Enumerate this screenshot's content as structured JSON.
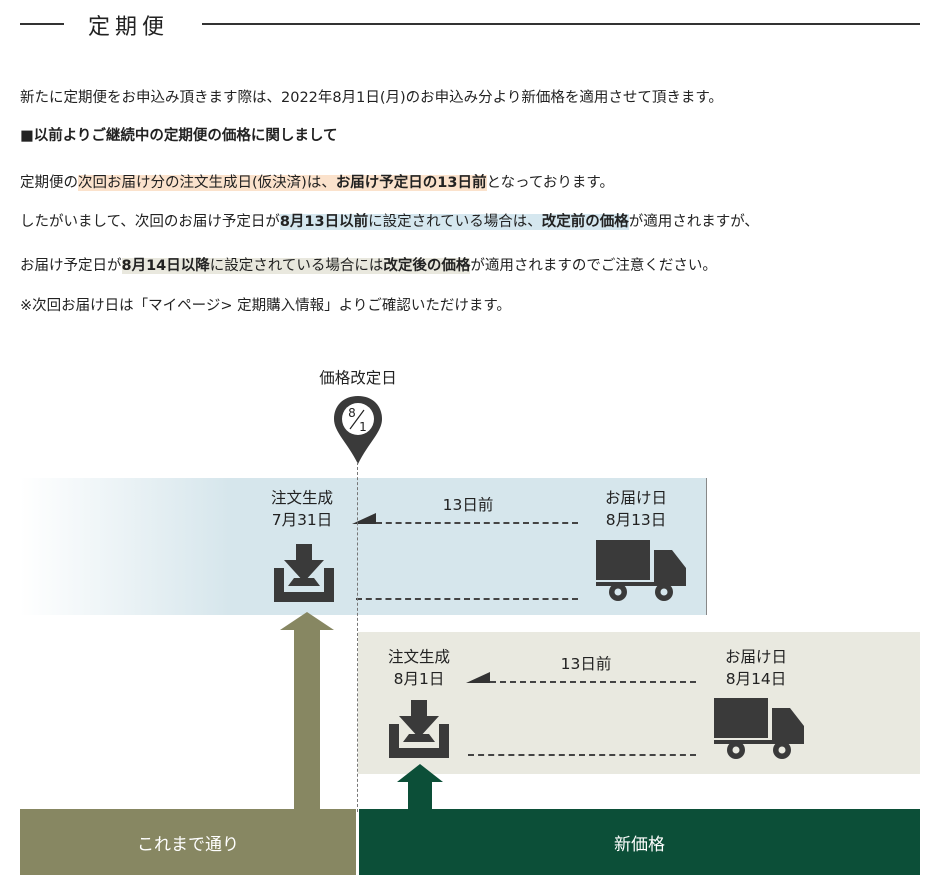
{
  "heading": {
    "title": "定期便"
  },
  "intro": "新たに定期便をお申込み頂きます際は、2022年8月1日(月)のお申込み分より新価格を適用させて頂きます。",
  "notice_title": "■以前よりご継続中の定期便の価格に関しまして",
  "line3": {
    "p1": "定期便の",
    "hl1": "次回お届け分の注文生成日(仮決済)は、",
    "hl2": "お届け予定日の13日前",
    "p2": "となっております。"
  },
  "line4": {
    "p1": "したがいまして、次回のお届け予定日が",
    "hl1": "8月13日以前",
    "p2": "に設定されている場合は、",
    "b1": "改定前の価格",
    "p3": "が適用されますが、"
  },
  "line5": {
    "p1": "お届け予定日が",
    "hl1": "8月14日以降",
    "p2": "に設定されている場合には",
    "b1": "改定後の価格",
    "p3": "が適用されますのでご注意ください。"
  },
  "line6": "※次回お届け日は「マイページ> 定期購入情報」よりご確認いただけます。",
  "diagram": {
    "revision_label": "価格改定日",
    "pin_top": "8",
    "pin_bottom": "1",
    "top": {
      "order_label": "注文生成",
      "order_date": "7月31日",
      "gap_label": "13日前",
      "delivery_label": "お届け日",
      "delivery_date": "8月13日"
    },
    "bottom": {
      "order_label": "注文生成",
      "order_date": "8月1日",
      "gap_label": "13日前",
      "delivery_label": "お届け日",
      "delivery_date": "8月14日"
    },
    "old_price_label": "これまで通り",
    "new_price_label": "新価格"
  },
  "colors": {
    "band_top": "#d6e6ec",
    "band_bottom": "#e9e9e0",
    "old_bar": "#878762",
    "new_bar": "#0c4f38",
    "icon": "#3a3a3a"
  }
}
